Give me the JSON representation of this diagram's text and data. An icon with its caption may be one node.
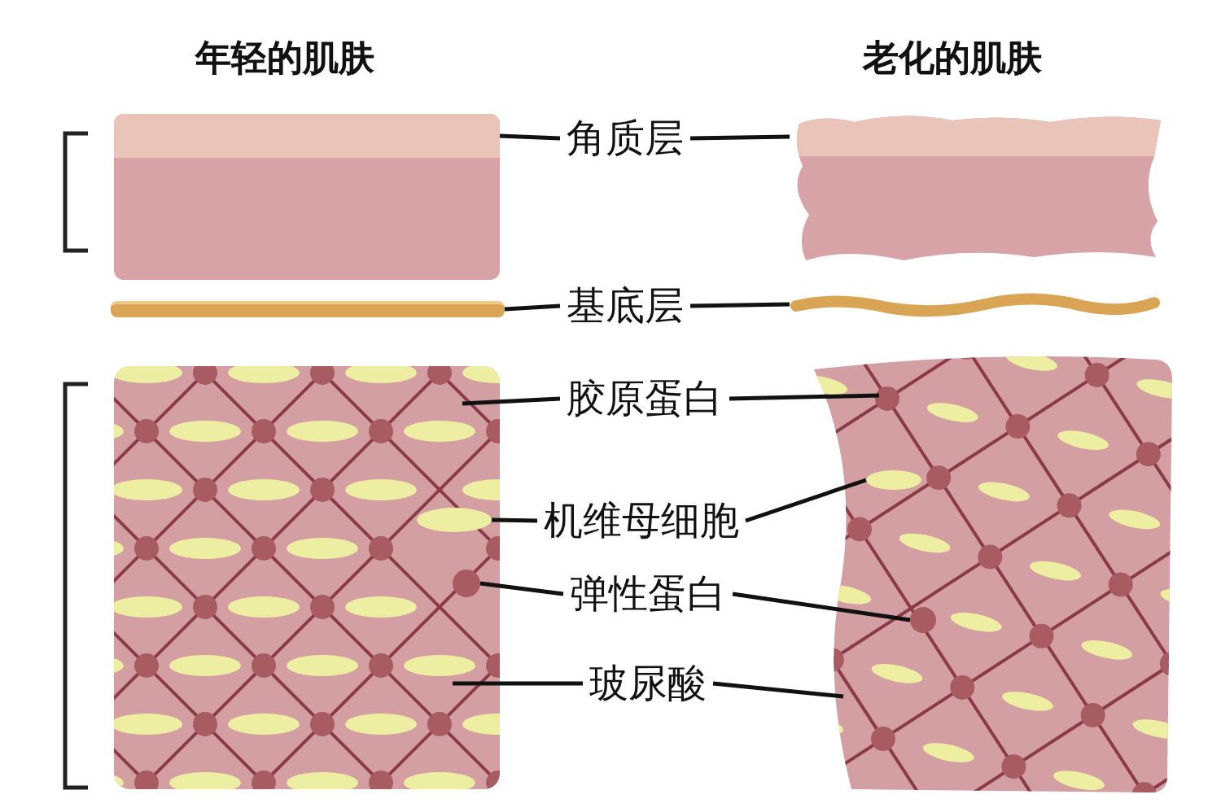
{
  "diagram": {
    "nodes": [
      {
        "text": [
          "角质层"
        ]
      },
      {
        "text": [
          "基底层"
        ]
      },
      {
        "text": [
          "胶原蛋白"
        ]
      },
      {
        "text": [
          "机维母细胞"
        ]
      },
      {
        "text": [
          "弹性蛋白"
        ]
      },
      {
        "text": [
          "玻尿酸"
        ]
      },
      {
        "text": [],
        "shape": "box"
      },
      {
        "text": [],
        "shape": "box"
      },
      {
        "text": [],
        "shape": "bar"
      },
      {
        "text": [],
        "shape": "bar"
      },
      {
        "text": [],
        "shape": "ellipse"
      },
      {
        "text": [],
        "shape": "ellipse"
      },
      {
        "text": [],
        "shape": "circle"
      },
      {
        "text": [],
        "shape": "circle"
      }
    ],
    "edges": [
      {
        "from": 0,
        "to": 6,
        "arrow": "none"
      },
      {
        "from": 0,
        "to": 7,
        "arrow": "none"
      },
      {
        "from": 1,
        "to": 8,
        "arrow": "none"
      },
      {
        "from": 1,
        "to": 9,
        "arrow": "none"
      },
      {
        "from": 2,
        "to": null,
        "arrow": "none"
      },
      {
        "from": 2,
        "to": null,
        "arrow": "none"
      },
      {
        "from": 3,
        "to": 10,
        "arrow": "none"
      },
      {
        "from": 3,
        "to": 11,
        "arrow": "none"
      },
      {
        "from": 4,
        "to": 12,
        "arrow": "none"
      },
      {
        "from": 4,
        "to": 13,
        "arrow": "none"
      },
      {
        "from": 5,
        "to": null,
        "arrow": "none"
      },
      {
        "from": 5,
        "to": null,
        "arrow": "none"
      }
    ],
    "labels": [
      "年轻的肌肤",
      "老化的肌肤"
    ]
  }
}
